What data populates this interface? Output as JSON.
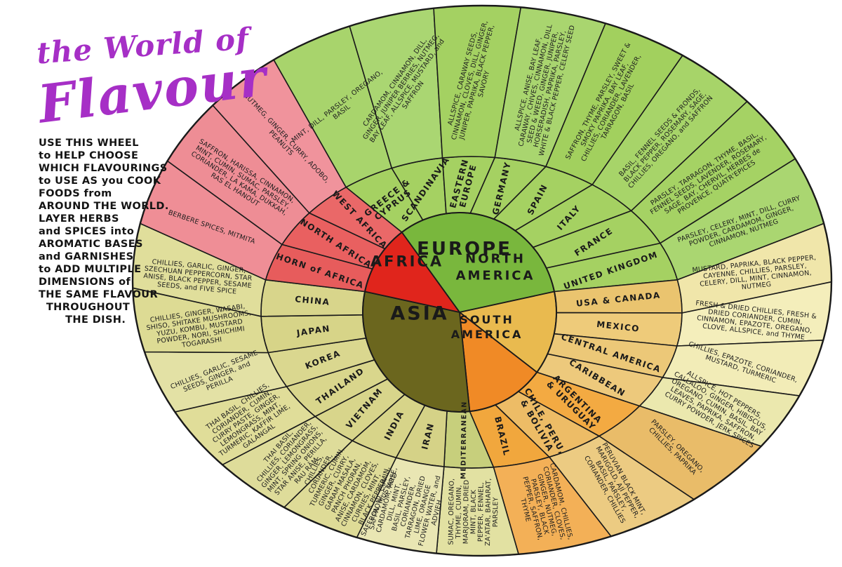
{
  "title": {
    "line1": "the World of",
    "line2": "Flavour",
    "color": "#a62fc6"
  },
  "description": {
    "text": "USE THIS WHEEL\nto HELP CHOOSE\nWHICH FLAVOURINGS\nto USE AS you COOK\nFOODS from\nAROUND THE WORLD.\nLAYER HERBS\nand SPICES into\nAROMATIC BASES\nand GARNISHES\nto ADD MULTIPLE\nDIMENSIONS of\nTHE SAME FLAVOUR\n  THROUGHOUT\n       THE DISH."
  },
  "chart_data": {
    "type": "sunburst",
    "title": "The World of Flavour",
    "rings": [
      "continent",
      "region",
      "flavourings"
    ],
    "legend_position": "none",
    "grid": false,
    "continents": [
      {
        "name": "EUROPE",
        "label_lines": [
          "EUROPE"
        ],
        "color": "#79b73d",
        "start": -36.6,
        "end": 78,
        "regions": [
          {
            "name": "GREECE &\nCYPRUS",
            "color": "#a5d162",
            "outer_color": "#a8d46c",
            "rot": -38,
            "flavourings": "MINT, DILL, PARSLEY, OREGANO, BASIL"
          },
          {
            "name": "SCANDINAVIA",
            "color": "#a5d162",
            "outer_color": "#aad672",
            "rot": -55,
            "flavourings": "CARDAMOM, CINNAMON, DILL, GINGER, JUNIPER BERRIES, NUTMEG, BAY LEAF, ALLSPICE, MUSTARD, and SAFFRON"
          },
          {
            "name": "EASTERN\nEUROPE",
            "color": "#a5d162",
            "outer_color": "#a4d162",
            "rot": -75,
            "flavourings": "ALLSPICE, CARAWAY SEEDS, CINNAMON, CLOVES, DILL, GINGER, JUNIPER, PAPRIKA, BLACK PEPPER, SAVORY"
          },
          {
            "name": "GERMANY",
            "color": "#a5d162",
            "outer_color": "#a9d56f",
            "flavourings": "ALLSPICE, ANISE, BAY LEAF, CARAWAY, CHIVES, CINNAMON, DILL SEED & WEED, GINGER, JUNIPER, HORSERADISH, PAPRIKA, PARSLEY, WHITE & BLACK PEPPER, CELERY SEED"
          },
          {
            "name": "SPAIN",
            "color": "#a5d162",
            "outer_color": "#a2d05e",
            "flavourings": "SAFFRON, THYME, PARSLEY, SWEET & SMOKY PAPRIKA, BAY LEAF, CHILLIES, CORIANDER, LAVENDER, TARRAGON, BASIL"
          },
          {
            "name": "ITALY",
            "color": "#a5d162",
            "outer_color": "#a7d469",
            "flavourings": "BASIL, FENNEL SEEDS & FRONDS, BLACK PEPPER, ROSEMARY, SAGE, CHILLIES, OREGANO, and SAFFRON"
          },
          {
            "name": "FRANCE",
            "color": "#a5d162",
            "outer_color": "#a5d264",
            "flavourings": "PARSLEY, TARRAGON, THYME, BASIL, FENNEL SEEDS, LAVENDER, ROSEMARY, SAGE, BAY, CHERVIL, HERBES de PROVENCE, QUATR'EPICES"
          },
          {
            "name": "UNITED KINGDOM",
            "color": "#a5d162",
            "outer_color": "#aad671",
            "flavourings": "PARSLEY, CELERY, MINT, DILL, CURRY POWDER, CARDAMOM, GINGER, CINNAMON, NUTMEG"
          }
        ]
      },
      {
        "name": "NORTH AMERICA",
        "label_lines": [
          "NORTH",
          "AMERICA"
        ],
        "color": "#e9ba4f",
        "start": 78,
        "end": 127,
        "regions": [
          {
            "name": "USA & CANADA",
            "color": "#eac46f",
            "outer_color": "#f0e6aa",
            "flavourings": "MUSTARD, PAPRIKA, BLACK PEPPER, CAYENNE, CHILLIES, PARSLEY, CELERY, DILL, MINT, CINNAMON, NUTMEG"
          },
          {
            "name": "MEXICO",
            "color": "#eecb7a",
            "outer_color": "#f4eebb",
            "flavourings": "FRESH & DRIED CHILLIES, FRESH & DRIED CORIANDER, CUMIN, CINNAMON, EPAZOTE, OREGANO, CLOVE, ALLSPICE, and THYME"
          },
          {
            "name": "CENTRAL AMERICA",
            "color": "#ecc878",
            "outer_color": "#f2ecb7",
            "flavourings": "CHILLIES, EPAZOTE, CORIANDER, MUSTARD, TURMERIC"
          },
          {
            "name": "CARIBBEAN",
            "color": "#edc97c",
            "outer_color": "#ebe8ae",
            "flavourings": "ALLSPICE, HOT PEPPERS, CALLALOO, GINGER, HIBISCUS, OREGANO, CUMIN, BASIL, BAY LEAVES, PAPRIKA, SAFFRON, CURRY POWDER, JERK SPICES"
          }
        ]
      },
      {
        "name": "SOUTH AMERICA",
        "label_lines": [
          "SOUTH",
          "AMERICA"
        ],
        "color": "#f08a26",
        "start": 127,
        "end": 174,
        "regions": [
          {
            "name": "ARGENTINA\n& URUGUAY",
            "color": "#f3aa42",
            "outer_color": "#e9bc69",
            "flavourings": "PARSLEY, OREGANO, CHILLIES, PAPRIKA"
          },
          {
            "name": "CHILE, PERU,\n& BOLIVIA",
            "color": "#edbc66",
            "outer_color": "#eccb82",
            "flavourings": "PERUVIAN BLACK MINT, MARIGOLD, AJÍ PEPPER, BASIL, PARSLEY, CORIANDER, CHILLIES"
          },
          {
            "name": "BRAZIL",
            "color": "#f1a73d",
            "outer_color": "#f3b057",
            "flavourings": "CARDAMOM, CHILLIES, CORIANDER, CLOVES, GINGER, NUTMEG, PARSLEY, BLACK PEPPER, SAFFRON, THYME"
          }
        ]
      },
      {
        "name": "ASIA",
        "label_lines": [
          "ASIA"
        ],
        "color": "#6b661e",
        "start": 174,
        "end": 282,
        "regions": [
          {
            "name": "MEDITERRANEAN",
            "label_size": 9.5,
            "color": "#c7cf7c",
            "outer_color": "#e2e1a2",
            "flavourings": "SUMAC, OREGANO, THYME, CUMIN, MARJORAM, DRIED MINT, BLACK PEPPER, FENNEL, ZA'ATAR, BAHARAT, PARSLEY"
          },
          {
            "name": "IRAN",
            "color": "#d5d287",
            "outer_color": "#e9e6b3",
            "flavourings": "SAFFRON!, CUMIN, CARDAMOM, ROSE, DILL, MINT, BASIL, PARSLEY, CORIANDER, TARRAGON, DRIED LIME, ORANGE FLOWER WATER, and ADVIEH"
          },
          {
            "name": "INDIA",
            "color": "#d7d489",
            "outer_color": "#dedb97",
            "flavourings": "CHILLIES, CORIANDER, TURMERIC, CUMIN, GINGER, CURRY, GARAM MASALA, PANCH PHORAN, ANISE, CARDAMOM, CINNAMON, CLOVES, CURRIES, MINT, BLACK PEPPER, SAFFRON, MUSTARD"
          },
          {
            "name": "VIETNAM",
            "color": "#d8d58b",
            "outer_color": "#dedc9a",
            "flavourings": "THAI BASIL, CHILLIES, CORIANDER, GINGER, LEMONGRASS, MINT, SPRING ONIONS, STAR ANISE, PERILLA, RAU RĂM"
          },
          {
            "name": "THAILAND",
            "color": "#d9d68c",
            "outer_color": "#e0dd99",
            "flavourings": "THAI BASIL, CHILLIES, CORIANDER, CUMIN, CURRY PASTE, GINGER, LEMONGRASS, MINT, TURMERIC, KAFFIR LIME, GALANGAL"
          },
          {
            "name": "KOREA",
            "color": "#dad78f",
            "outer_color": "#e3e1a5",
            "flavourings": "CHILLIES, GARLIC, SESAME SEEDS, GINGER, and PERILLA"
          },
          {
            "name": "JAPAN",
            "color": "#d7d488",
            "outer_color": "#dddb94",
            "flavourings": "CHILLIES, GINGER, WASABI, SHISO, SHITAKE MUSHROOMS, YUZU, KOMBU, MUSTARD POWDER, NORI, SHICHIMI TOGARASHI"
          },
          {
            "name": "CHINA",
            "color": "#d8d58b",
            "outer_color": "#e0de9b",
            "flavourings": "CHILLIES, GARLIC, GINGER, SZECHUAN PEPPERCORN, STAR ANISE, BLACK PEPPER, SESAME SEEDS, and FIVE SPICE"
          }
        ]
      },
      {
        "name": "AFRICA",
        "label_lines": [
          "AFRICA"
        ],
        "color": "#e0251c",
        "start": 282,
        "end": 323.4,
        "regions": [
          {
            "name": "HORN of AFRICA",
            "color": "#e75c5c",
            "outer_color": "#ef8e96",
            "flavourings": "BERBERE SPICES, MITMITA"
          },
          {
            "name": "NORTH AFRICA",
            "color": "#e96060",
            "outer_color": "#ee8d95",
            "flavourings": "SAFFRON, HARISSA, CINNAMON, MINT, CUMIN, SUMAC, PARSLEY, CORIANDER, LA KAMA, DUKKAH, RAS EL HANOUT"
          },
          {
            "name": "WEST AFRICA",
            "color": "#ea6868",
            "outer_color": "#f0939c",
            "flavourings": "NUTMEG, GINGER, CURRY, ADOBO, PEANUTS"
          }
        ]
      }
    ]
  }
}
